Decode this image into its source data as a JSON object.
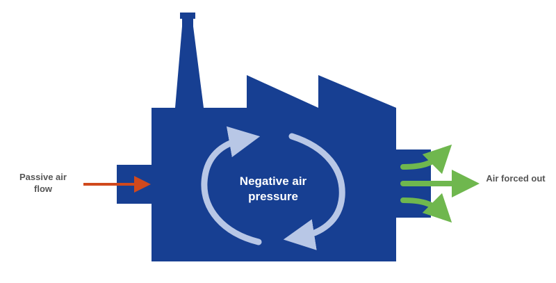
{
  "labels": {
    "inflow": "Passive air flow",
    "center": "Negative air pressure",
    "outflow": "Air forced out"
  },
  "colors": {
    "building": "#173f92",
    "circulation": "#b8c7e6",
    "inflow_arrow": "#d0491d",
    "outflow_arrows": "#6fb74e",
    "label_text": "#555555",
    "center_text": "#ffffff"
  },
  "icons": {
    "building": "factory-icon",
    "inflow": "arrow-right-icon",
    "outflow": "arrow-right-icon",
    "circulation": "circular-arrows-icon"
  }
}
